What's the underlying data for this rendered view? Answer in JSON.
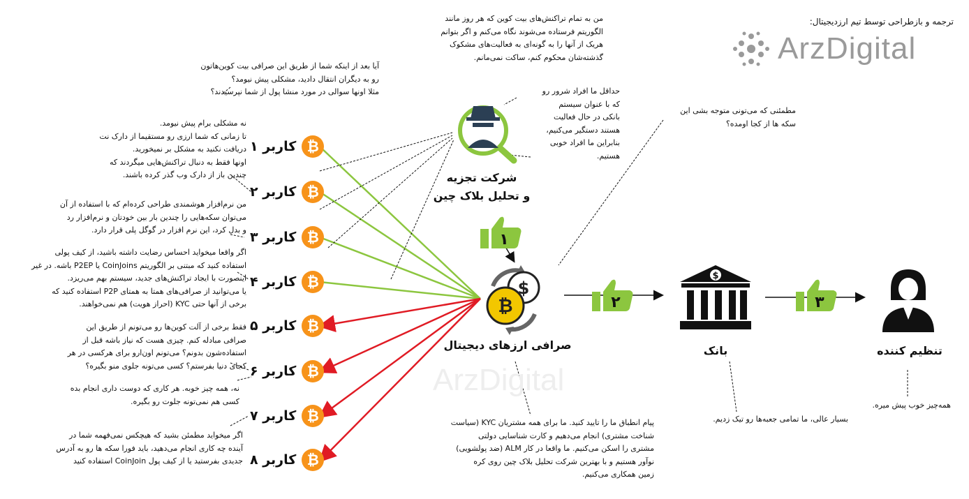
{
  "header": {
    "credit": "ترجمه و بازطراحی توسط تیم ارزدیجیتال:",
    "logo_text": "ArzDigital"
  },
  "watermark": "ArzDigital",
  "colors": {
    "accept": "#8cc63f",
    "reject": "#e01b24",
    "btc": "#f7931a",
    "thumb": "#8cc63f",
    "dark": "#111111",
    "analyst_green": "#8cc63f",
    "analyst_blue": "#2b3f54"
  },
  "users": [
    {
      "label": "کاربر ۱",
      "status": "accepted"
    },
    {
      "label": "کاربر ۲",
      "status": "accepted"
    },
    {
      "label": "کاربر ۳",
      "status": "accepted"
    },
    {
      "label": "کاربر ۴",
      "status": "accepted"
    },
    {
      "label": "کاربر ۵",
      "status": "rejected"
    },
    {
      "label": "کاربر ۶",
      "status": "rejected"
    },
    {
      "label": "کاربر ۷",
      "status": "rejected"
    },
    {
      "label": "کاربر ۸",
      "status": "rejected"
    }
  ],
  "user_quotes": {
    "q1": "آیا بعد از اینکه شما از طریق این صرافی بیت کوین‌هاتون\nرو به دیگران انتقال دادید، مشکلی پیش نیومد؟\nمثلا اونها سوالی در مورد منشا پول از شما نپرسیدند؟",
    "a1": "نه مشکلی برام پیش نیومد.\nتا زمانی که شما ارزی رو مستقیما از دارک نت\nدریافت نکنید به مشکل بر نمیخورید.\nاونها فقط به دنبال تراکنش‌هایی میگردند که\nچندین باز از دارک وب گذر کرده باشند.",
    "a3": "من نرم‌افزار هوشمندی طراحی کرده‌ام که با استفاده از آن\nمی‌توان سکه‌هایی را چندین بار بین خودتان و نرم‌افزار رد\nو بدل کرد، این نرم افزار در گوگل پلی قرار دارد.",
    "a4": "اگر واقعا میخواید احساس رضایت داشته باشید، از کیف پولی\nاستفاده کنید که مبتنی بر الگوریتم CoinJoins یا P2EP باشه. در غیر\nاینصورت با ایجاد تراکنش‌های جدید، سیستم بهم می‌ریزد.\nیا می‌توانید از صرافی‌های همتا به همتای P2P استفاده کنید که\nبرخی از آنها حتی KYC (احراز هویت) هم نمی‌خواهند.",
    "a5": "فقط برخی از آلت کوین‌ها رو می‌تونم از طریق این\nصرافی مبادله کنم. چیزی هست که نیاز باشه قبل از\nاستفاده‌شون بدونم؟ می‌تونم اون‌ارو برای هرکسی در هر\nکجای دنیا بفرستم؟ کسی می‌تونه جلوی منو بگیره؟",
    "a6": "نه، همه چیز خوبه. هر کاری که دوست داری انجام بده\nکسی هم نمی‌تونه جلوت رو بگیره.",
    "a7": "اگر میخواید مطمئن بشید که هیچکس نمی‌فهمه شما در\nآینده چه کاری انجام می‌دهید، باید فورا سکه ها رو به آدرس\nجدیدی بفرستید یا از کیف پول CoinJoin استفاده کنید"
  },
  "analyst": {
    "label": "شرکت تجزیه\nو تحلیل بلاک چین",
    "quote_top": "من به تمام تراکنش‌های بیت کوین که هر روز مانند\nالگوریتم فرستاده می‌شوند نگاه می‌کنم و اگر بتوانم\nهریک از آنها را به گونه‌ای به فعالیت‌های مشکوک\nگذشته‌شان محکوم کنم، ساکت نمی‌مانم.",
    "quote_side": "حداقل ما افراد شرور رو\nکه با عنوان سیستم\nبانکی در حال فعالیت\nهستند دستگیر می‌کنیم،\nبنابراین ما افراد خوبی\nهستیم."
  },
  "exchange": {
    "label": "صرافی ارزهای دیجیتال",
    "quote": "پیام انطباق ما را تایید کنید. ما برای همه مشتریان KYC (سیاست\nشناخت مشتری) انجام می‌دهیم و کارت شناسایی دولتی\nمشتری را اسکن می‌کنیم. ما واقعا در   کار ALM (ضد پولشویی)\nنوآور هستیم و با بهترین شرکت تحلیل بلاک چین روی کره\nزمین همکاری می‌کنیم."
  },
  "bank": {
    "label": "بانک",
    "question": "مطمئنی که می‌تونی متوجه بشی این\nسکه ها از کجا اومده؟",
    "quote": "بسیار عالی، ما تمامی جعبه‌ها رو تیک زدیم."
  },
  "regulator": {
    "label": "تنظیم کننده",
    "quote": "همه‌چیز خوب پیش میره."
  },
  "steps": [
    "۱",
    "۲",
    "۳"
  ],
  "icons": [
    "bitcoin-icon",
    "analyst-spy-icon",
    "exchange-coins-icon",
    "bank-icon",
    "regulator-judge-icon",
    "thumbs-up-icon",
    "arzdigital-logo-icon"
  ]
}
